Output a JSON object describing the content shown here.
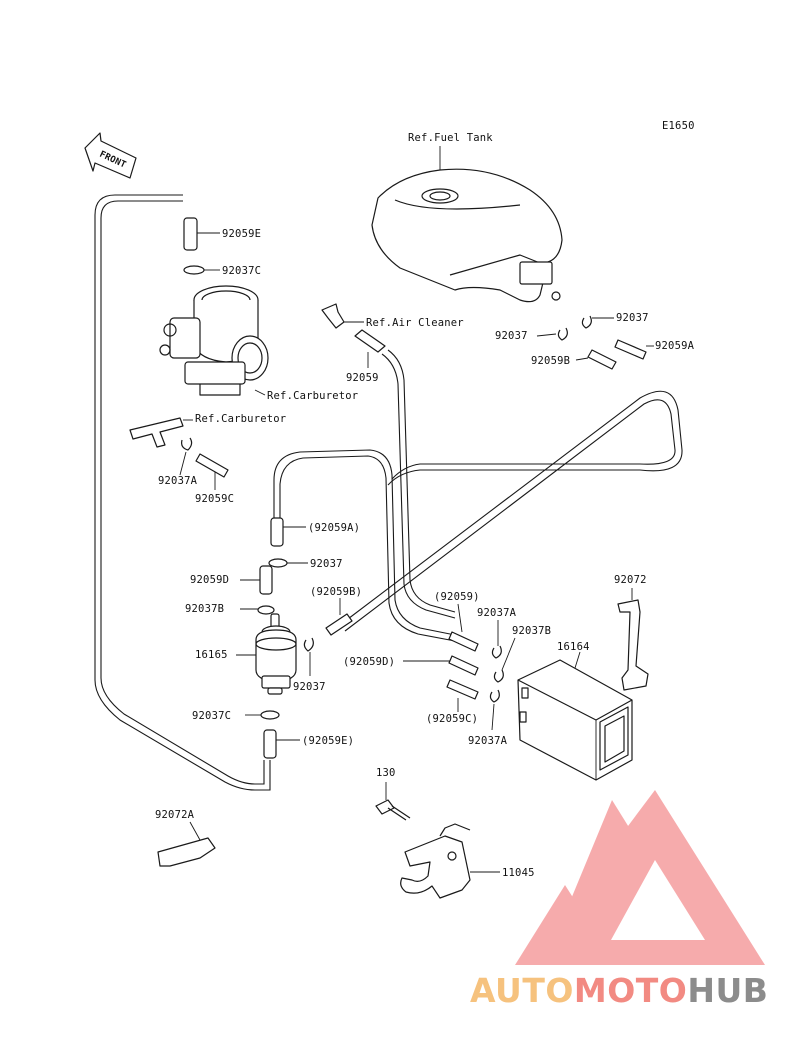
{
  "figure_code": "E1650",
  "front_label": "FRONT",
  "refs": {
    "fuel_tank": "Ref.Fuel Tank",
    "air_cleaner": "Ref.Air Cleaner",
    "carburetor_1": "Ref.Carburetor",
    "carburetor_2": "Ref.Carburetor"
  },
  "labels": {
    "p92059E_top": "92059E",
    "p92037C_top": "92037C",
    "p92037A_left": "92037A",
    "p92059C_left": "92059C",
    "p92059A_paren": "(92059A)",
    "p92037_mid": "92037",
    "p92059D": "92059D",
    "p92037B": "92037B",
    "p16165": "16165",
    "p92059B_paren": "(92059B)",
    "p92037_pump": "92037",
    "p92037C_low": "92037C",
    "p92059E_paren": "(92059E)",
    "p92072A": "92072A",
    "p92059_air": "92059",
    "p92037_tank": "92037",
    "p92037_tank2": "92037",
    "p92059A": "92059A",
    "p92059B": "92059B",
    "p92059_paren": "(92059)",
    "p92037A_r1": "92037A",
    "p92037B_r": "92037B",
    "p92059D_paren": "(92059D)",
    "p92059C_paren": "(92059C)",
    "p92037A_r2": "92037A",
    "p16164": "16164",
    "p92072": "92072",
    "p130": "130",
    "p11045": "11045"
  },
  "watermark": {
    "part1": "AUTO",
    "part2": "MOTO",
    "part3": "HUB",
    "color1": "#f6c27e",
    "color2": "#f28a82",
    "color3": "#8c8c8c",
    "logo_color": "#f0686a"
  }
}
